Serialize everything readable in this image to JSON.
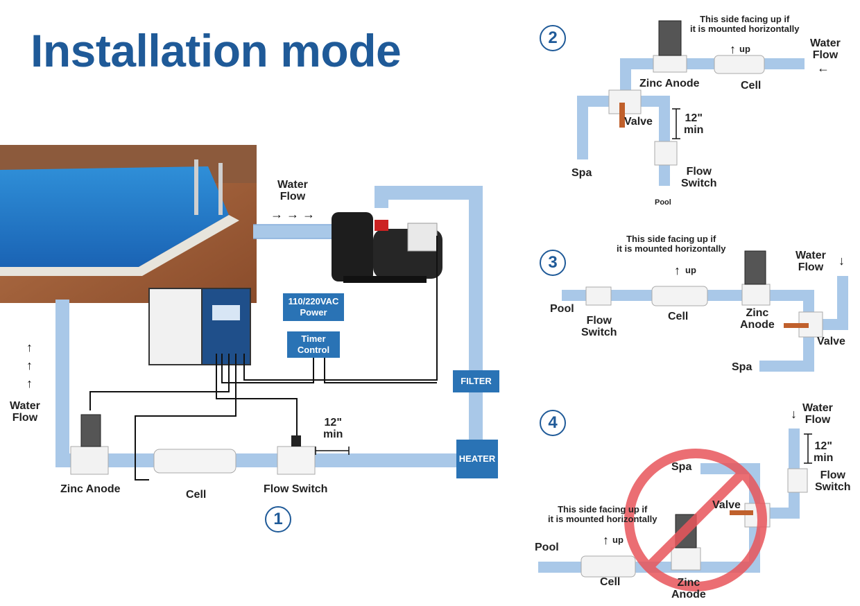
{
  "title": "Installation mode",
  "steps": [
    "1",
    "2",
    "3",
    "4"
  ],
  "main": {
    "water_flow_top": "Water\nFlow",
    "water_flow_left": "Water\nFlow",
    "flow_arrows_right": "→ → →",
    "flow_arrows_up": "↑",
    "power": "110/220VAC\nPower",
    "timer": "Timer\nControl",
    "filter": "FILTER",
    "heater": "HEATER",
    "zinc_anode": "Zinc Anode",
    "cell": "Cell",
    "flow_switch": "Flow Switch",
    "min_dist": "12\"\nmin"
  },
  "d2": {
    "note": "This side facing up if\nit is mounted horizontally",
    "up": "up",
    "water_flow": "Water\nFlow",
    "zinc_anode": "Zinc Anode",
    "cell": "Cell",
    "valve": "Valve",
    "min_dist": "12\"\nmin",
    "spa": "Spa",
    "flow_switch": "Flow\nSwitch",
    "pool": "Pool"
  },
  "d3": {
    "note": "This side facing up if\nit is mounted horizontally",
    "up": "up",
    "water_flow": "Water\nFlow",
    "pool": "Pool",
    "flow_switch": "Flow\nSwitch",
    "cell": "Cell",
    "zinc_anode": "Zinc\nAnode",
    "valve": "Valve",
    "spa": "Spa"
  },
  "d4": {
    "water_flow": "Water\nFlow",
    "min_dist": "12\"\nmin",
    "spa": "Spa",
    "flow_switch": "Flow\nSwitch",
    "valve": "Valve",
    "note": "This side facing up if\nit is mounted horizontally",
    "up": "up",
    "pool": "Pool",
    "cell": "Cell",
    "zinc_anode": "Zinc\nAnode"
  },
  "colors": {
    "pipe": "#a9c8e8",
    "pipe_edge": "#7fa8d6",
    "accent": "#1f5a98",
    "box": "#2a73b5",
    "prohibit": "#e8555b"
  }
}
